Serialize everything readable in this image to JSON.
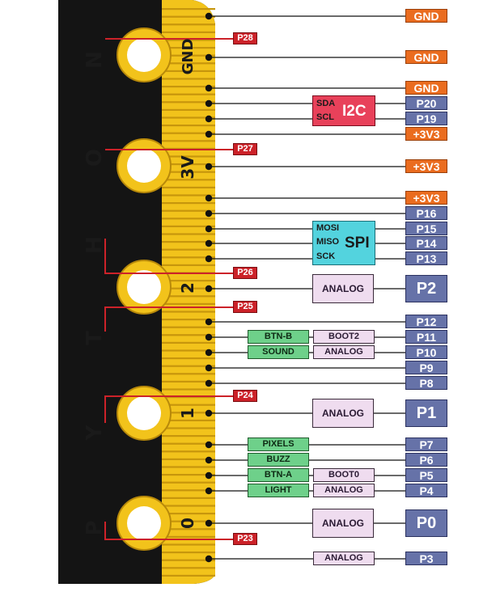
{
  "board": {
    "letters": [
      "N",
      "O",
      "H",
      "T",
      "Y",
      "P"
    ],
    "pad_labels": {
      "gnd": "GND",
      "v3": "3V",
      "p2": "2",
      "p1": "1",
      "p0": "0"
    }
  },
  "pins": [
    {
      "label": "GND",
      "color": "orange"
    },
    {
      "label": "GND",
      "color": "orange"
    },
    {
      "label": "GND",
      "color": "orange"
    },
    {
      "label": "P20",
      "color": "blue"
    },
    {
      "label": "P19",
      "color": "blue"
    },
    {
      "label": "+3V3",
      "color": "orange"
    },
    {
      "label": "+3V3",
      "color": "orange"
    },
    {
      "label": "+3V3",
      "color": "orange"
    },
    {
      "label": "P16",
      "color": "blue"
    },
    {
      "label": "P15",
      "color": "blue"
    },
    {
      "label": "P14",
      "color": "blue"
    },
    {
      "label": "P13",
      "color": "blue"
    },
    {
      "label": "P2",
      "color": "blue"
    },
    {
      "label": "P12",
      "color": "blue"
    },
    {
      "label": "P11",
      "color": "blue"
    },
    {
      "label": "P10",
      "color": "blue"
    },
    {
      "label": "P9",
      "color": "blue"
    },
    {
      "label": "P8",
      "color": "blue"
    },
    {
      "label": "P1",
      "color": "blue"
    },
    {
      "label": "P7",
      "color": "blue"
    },
    {
      "label": "P6",
      "color": "blue"
    },
    {
      "label": "P5",
      "color": "blue"
    },
    {
      "label": "P4",
      "color": "blue"
    },
    {
      "label": "P0",
      "color": "blue"
    },
    {
      "label": "P3",
      "color": "blue"
    }
  ],
  "red_tags": [
    "P28",
    "P27",
    "P26",
    "P25",
    "P24",
    "P23"
  ],
  "i2c": {
    "title": "I2C",
    "lines": [
      "SDA",
      "SCL"
    ]
  },
  "spi": {
    "title": "SPI",
    "lines": [
      "MOSI",
      "MISO",
      "SCK"
    ]
  },
  "functions": {
    "analog": "ANALOG",
    "boot2": "BOOT2",
    "boot0": "BOOT0",
    "btn_b": "BTN-B",
    "sound": "SOUND",
    "pixels": "PIXELS",
    "buzz": "BUZZ",
    "btn_a": "BTN-A",
    "light": "LIGHT"
  },
  "colors": {
    "board_black": "#141414",
    "gold": "#f2c31b",
    "gold_dark": "#b8890a",
    "orange": "#ea6c1f",
    "blue": "#6672a8",
    "red": "#cc2229",
    "i2c_pink": "#e8415a",
    "spi_cyan": "#53d3de",
    "func_pink": "#efdcef",
    "func_green": "#6ed08a"
  }
}
